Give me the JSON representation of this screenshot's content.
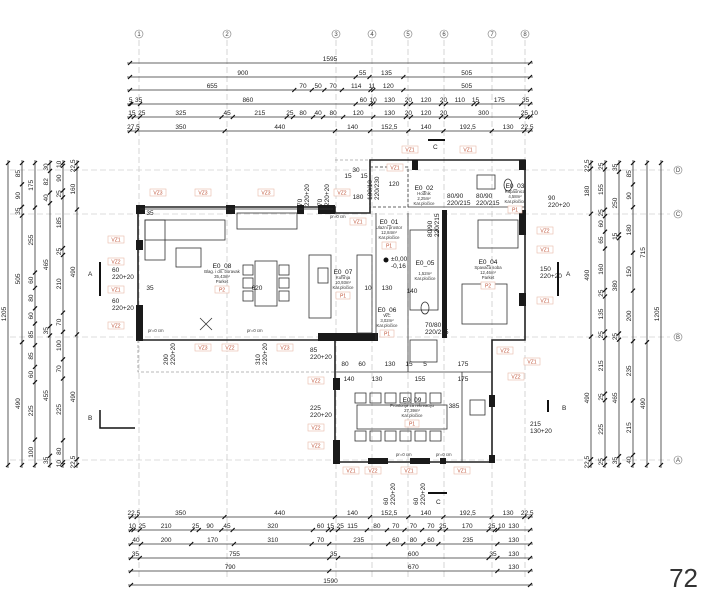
{
  "page_number": "72",
  "grid_axes": {
    "columns": [
      "1",
      "2",
      "3",
      "4",
      "5",
      "6",
      "7",
      "8"
    ],
    "rows": [
      "D",
      "C",
      "B",
      "A"
    ]
  },
  "dimensions": {
    "top": [
      [
        1595
      ],
      [
        900,
        55,
        135,
        505
      ],
      [
        655,
        70,
        50,
        70,
        114,
        11,
        120,
        505
      ],
      [
        5,
        35,
        860,
        60,
        10,
        130,
        20,
        120,
        20,
        110,
        15,
        175,
        35
      ],
      [
        15,
        25,
        325,
        45,
        215,
        25,
        80,
        40,
        80,
        120,
        130,
        20,
        120,
        20,
        300,
        25,
        10
      ],
      [
        27.5,
        350,
        440,
        140,
        152.5,
        140,
        192.5,
        130,
        22.5
      ]
    ],
    "bottom": [
      [
        22.5,
        350,
        440,
        140,
        152.5,
        140,
        192.5,
        130,
        22.5
      ],
      [
        10,
        25,
        210,
        25,
        90,
        45,
        320,
        60,
        15,
        25,
        115,
        80,
        70,
        70,
        70,
        25,
        170,
        25,
        10,
        130
      ],
      [
        40,
        200,
        170,
        310,
        70,
        235,
        60,
        80,
        60,
        235,
        130
      ],
      [
        35,
        755,
        35,
        600,
        35,
        130
      ],
      [
        790,
        670,
        130
      ],
      [
        1590
      ]
    ],
    "left": [
      [
        1205
      ],
      [
        85,
        90,
        35,
        505,
        490
      ],
      [
        175,
        255,
        60,
        80,
        60,
        85,
        85,
        60,
        225,
        100
      ],
      [
        30,
        82,
        40,
        465,
        35,
        455,
        35
      ],
      [
        10,
        90,
        25,
        185,
        25,
        210,
        70,
        100,
        70,
        225,
        80,
        10
      ],
      [
        22.5,
        160,
        490,
        490,
        22.5
      ]
    ],
    "right": [
      [
        22.5,
        180,
        490,
        490,
        22.5
      ],
      [
        25,
        155,
        25,
        60,
        65,
        160,
        25,
        135,
        25,
        215,
        25,
        225,
        25
      ],
      [
        35,
        250,
        15,
        380,
        25,
        465,
        35
      ],
      [
        85,
        90,
        180,
        150,
        200,
        235,
        215,
        40
      ],
      [
        715,
        490
      ],
      [
        1205
      ]
    ]
  },
  "rooms": [
    {
      "id": "E0_08",
      "name": "Blag. i dn. boravak",
      "area": "35,43m²",
      "floor": "Parket",
      "code": "P2"
    },
    {
      "id": "E0_07",
      "name": "Kuhinja",
      "area": "10,93m²",
      "floor": "Kar.pločice",
      "code": "P1"
    },
    {
      "id": "E0_01",
      "name": "Ulazni prostor",
      "area": "12,84m²",
      "floor": "Kar.pločice",
      "code": "P1"
    },
    {
      "id": "E0_02",
      "name": "Hodnik",
      "area": "2,25m²",
      "floor": "Kar.pločice",
      "code": ""
    },
    {
      "id": "E0_03",
      "name": "Kupaonica",
      "area": "4,58m²",
      "floor": "Kar.pločice",
      "code": "P1"
    },
    {
      "id": "E0_04",
      "name": "Spavaća soba",
      "area": "12,46m²",
      "floor": "Parket",
      "code": "P2"
    },
    {
      "id": "E0_05",
      "name": "",
      "area": "1,52m²",
      "floor": "Kar.pločice",
      "code": ""
    },
    {
      "id": "E0_06",
      "name": "WC",
      "area": "3,02m²",
      "floor": "Kar.pločice",
      "code": "P1"
    },
    {
      "id": "E0_09",
      "name": "Prostorija za rekreaciju",
      "area": "27,39m²",
      "floor": "Kar.pločice",
      "code": "P1"
    }
  ],
  "openings": [
    {
      "w": "60",
      "h": "220+20"
    },
    {
      "w": "60",
      "h": "220+20"
    },
    {
      "w": "70",
      "h": "220+20"
    },
    {
      "w": "70",
      "h": "220+20"
    },
    {
      "w": "100/10",
      "h": "220/230"
    },
    {
      "w": "80/90",
      "h": "220/215"
    },
    {
      "w": "80/90",
      "h": "220/215"
    },
    {
      "w": "80/90",
      "h": "220/215"
    },
    {
      "w": "90",
      "h": "220+20"
    },
    {
      "w": "150",
      "h": "220+20"
    },
    {
      "w": "200",
      "h": "220+20"
    },
    {
      "w": "310",
      "h": "220+20"
    },
    {
      "w": "85",
      "h": "220+20"
    },
    {
      "w": "225",
      "h": "220+20"
    },
    {
      "w": "215",
      "h": "130+20"
    },
    {
      "w": "60",
      "h": "220+20"
    },
    {
      "w": "60",
      "h": "220+20"
    },
    {
      "w": "70/80",
      "h": "220/215"
    }
  ],
  "window_tags": [
    "VZ3",
    "VZ3",
    "VZ2",
    "VZ1",
    "VZ1",
    "VZ1",
    "VZ2",
    "VZ1",
    "VZ2",
    "VZ3",
    "VZ2",
    "VZ3",
    "VZ2",
    "VZ2",
    "VZ1",
    "VZ2",
    "VZ1",
    "VZ1",
    "VZ2",
    "VZ1",
    "VZ1",
    "VZ2",
    "VZ2",
    "VZ1",
    "VZ1",
    "VZ2",
    "VZ1",
    "VZ3"
  ],
  "inner_dims": [
    "620",
    "35",
    "35",
    "10",
    "130",
    "140",
    "80",
    "60",
    "130",
    "15",
    "5",
    "175",
    "140",
    "130",
    "155",
    "175",
    "385",
    "180",
    "120",
    "15",
    "30",
    "15"
  ],
  "elevation": {
    "level": "±0,00",
    "offset": "-0,16"
  },
  "section_marks": [
    "A",
    "A",
    "B",
    "B",
    "C",
    "C"
  ],
  "sill_note": "pr=0 cm"
}
